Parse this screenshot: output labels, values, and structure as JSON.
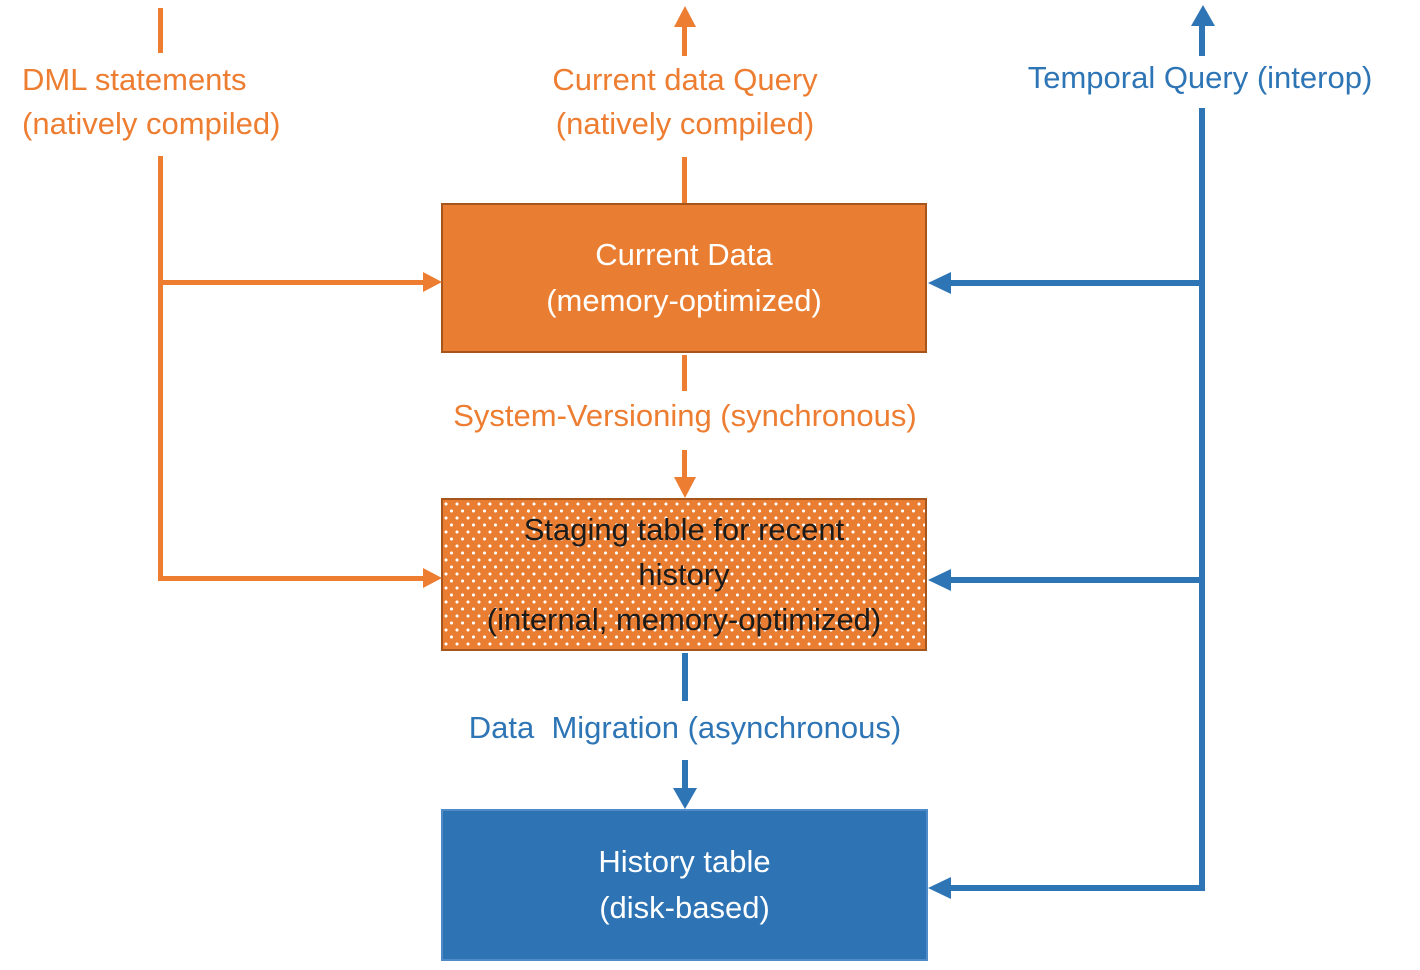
{
  "colors": {
    "orange": "#ED7D31",
    "orange_box_fill": "#E97E32",
    "orange_box_border": "#A6561D",
    "blue": "#2E75B6",
    "blue_box_fill": "#2E74B5",
    "blue_box_border": "#4E8BC8",
    "box_text_white": "#FFFFFF",
    "staging_text_black": "#1B1B1B"
  },
  "labels": {
    "dml_statements": {
      "lines": [
        "DML statements",
        "(natively compiled)"
      ]
    },
    "current_data_query": {
      "lines": [
        "Current data Query",
        "(natively compiled)"
      ]
    },
    "temporal_query": {
      "text": "Temporal Query (interop)"
    },
    "system_versioning": {
      "text": "System-Versioning (synchronous)"
    },
    "data_migration": {
      "text": "Data  Migration (asynchronous)"
    }
  },
  "nodes": {
    "current_data": {
      "lines": [
        "Current Data",
        "(memory-optimized)"
      ],
      "style": "solid-orange"
    },
    "staging_table": {
      "lines": [
        "Staging table for recent",
        "history",
        "(internal, memory-optimized)"
      ],
      "style": "orange-white-dots"
    },
    "history_table": {
      "lines": [
        "History table",
        "(disk-based)"
      ],
      "style": "solid-blue"
    }
  },
  "flows": [
    {
      "name": "dml-to-current-and-staging",
      "color": "#ED7D31",
      "from": "DML statements (natively compiled)",
      "to": [
        "Current Data (memory-optimized)",
        "Staging table for recent history"
      ]
    },
    {
      "name": "current-data-query-up",
      "color": "#ED7D31",
      "from": "Current Data (memory-optimized)",
      "to": [
        "Current data Query (natively compiled)"
      ]
    },
    {
      "name": "system-versioning",
      "color": "#ED7D31",
      "from": "Current Data (memory-optimized)",
      "to": [
        "Staging table for recent history"
      ]
    },
    {
      "name": "data-migration",
      "color": "#2E75B6",
      "from": "Staging table for recent history",
      "to": [
        "History table (disk-based)"
      ]
    },
    {
      "name": "temporal-query-interop",
      "color": "#2E75B6",
      "from": [
        "Current Data (memory-optimized)",
        "Staging table for recent history",
        "History table (disk-based)"
      ],
      "to": [
        "Temporal Query (interop)"
      ]
    }
  ]
}
